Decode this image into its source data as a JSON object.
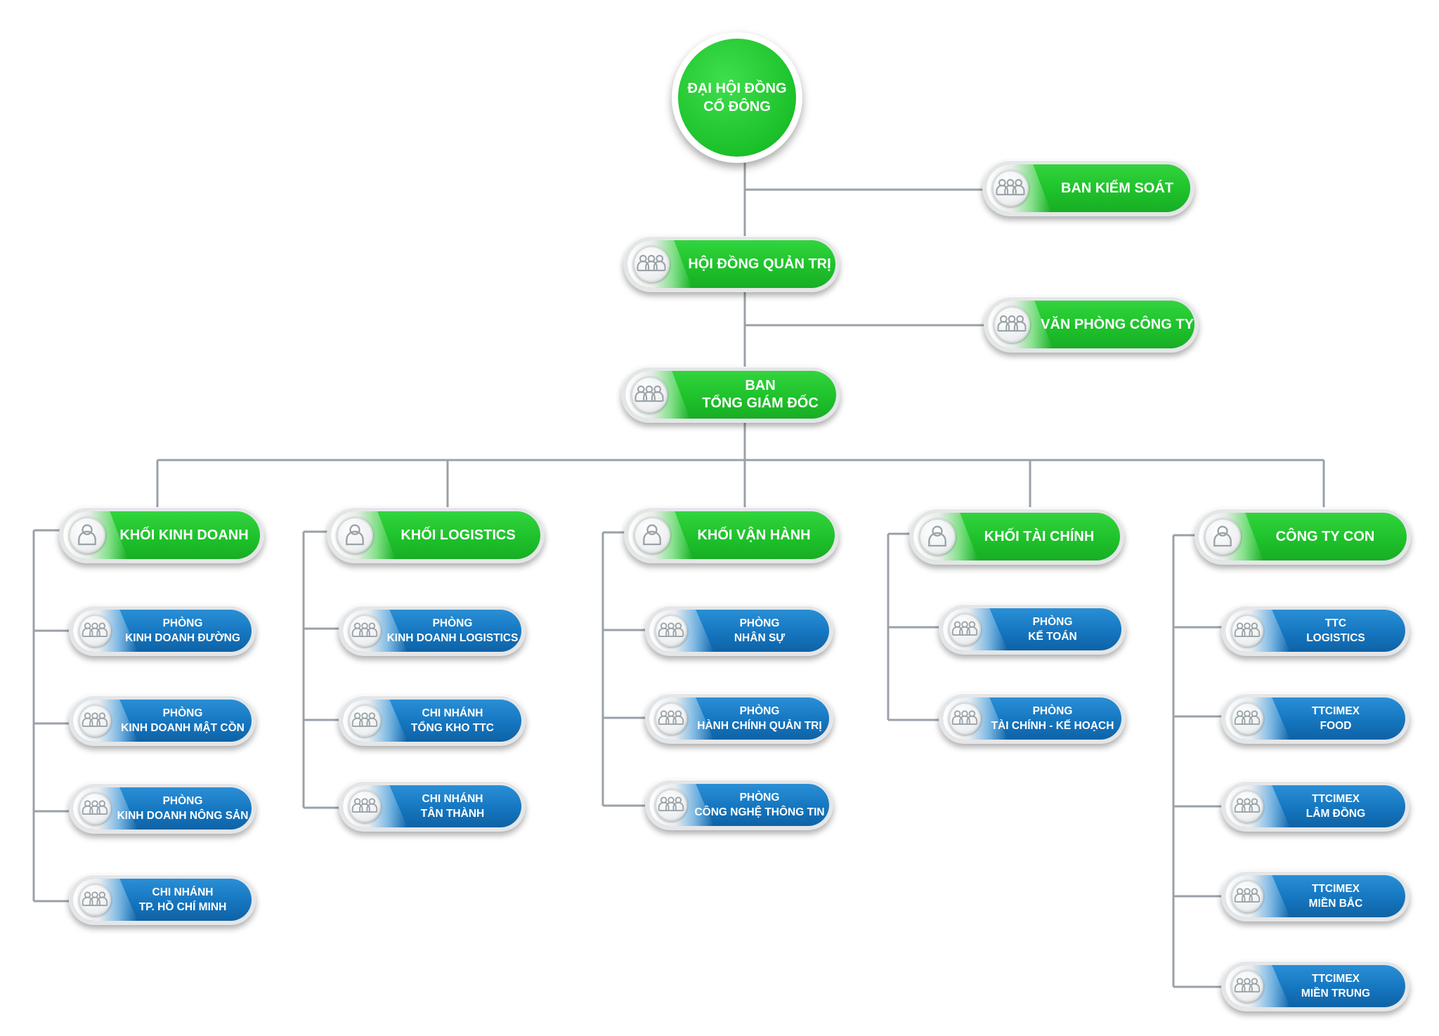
{
  "colors": {
    "green": "#1ec22b",
    "blue": "#1576bf",
    "connector": "#9aa1a8"
  },
  "root": {
    "line1": "ĐẠI HỘI ĐỒNG",
    "line2": "CỔ ĐÔNG"
  },
  "ban_kiem_soat": {
    "line1": "BAN KIỂM SOÁT",
    "icon": "group-icon"
  },
  "hoi_dong_quan_tri": {
    "line1": "HỘI ĐỒNG QUẢN TRỊ",
    "icon": "group-icon"
  },
  "van_phong": {
    "line1": "VĂN PHÒNG CÔNG TY",
    "icon": "group-icon"
  },
  "ban_tgd": {
    "line1": "BAN",
    "line2": "TỔNG GIÁM ĐỐC",
    "icon": "group-icon"
  },
  "divisions": [
    {
      "title": "KHỐI KINH DOANH",
      "icon": "person-icon",
      "units": [
        {
          "line1": "PHÒNG",
          "line2": "KINH DOANH ĐƯỜNG"
        },
        {
          "line1": "PHÒNG",
          "line2": "KINH DOANH MẬT CỒN"
        },
        {
          "line1": "PHÒNG",
          "line2": "KINH DOANH NÔNG SẢN"
        },
        {
          "line1": "CHI NHÁNH",
          "line2": "TP. HỒ CHÍ MINH"
        }
      ]
    },
    {
      "title": "KHỐI LOGISTICS",
      "icon": "person-icon",
      "units": [
        {
          "line1": "PHÒNG",
          "line2": "KINH DOANH LOGISTICS"
        },
        {
          "line1": "CHI NHÁNH",
          "line2": "TỔNG KHO TTC"
        },
        {
          "line1": "CHI NHÁNH",
          "line2": "TÂN THÀNH"
        }
      ]
    },
    {
      "title": "KHỐI VẬN HÀNH",
      "icon": "person-icon",
      "units": [
        {
          "line1": "PHÒNG",
          "line2": "NHÂN SỰ"
        },
        {
          "line1": "PHÒNG",
          "line2": "HÀNH CHÍNH QUẢN TRỊ"
        },
        {
          "line1": "PHÒNG",
          "line2": "CÔNG NGHỆ THÔNG TIN"
        }
      ]
    },
    {
      "title": "KHỐI TÀI CHÍNH",
      "icon": "person-icon",
      "units": [
        {
          "line1": "PHÒNG",
          "line2": "KẾ TOÁN"
        },
        {
          "line1": "PHÒNG",
          "line2": "TÀI CHÍNH - KẾ HOẠCH"
        }
      ]
    },
    {
      "title": "CÔNG TY CON",
      "icon": "person-icon",
      "units": [
        {
          "line1": "TTC",
          "line2": "LOGISTICS"
        },
        {
          "line1": "TTCIMEX",
          "line2": "FOOD"
        },
        {
          "line1": "TTCIMEX",
          "line2": "LÂM ĐỒNG"
        },
        {
          "line1": "TTCIMEX",
          "line2": "MIỀN BẮC"
        },
        {
          "line1": "TTCIMEX",
          "line2": "MIỀN TRUNG"
        }
      ]
    }
  ]
}
